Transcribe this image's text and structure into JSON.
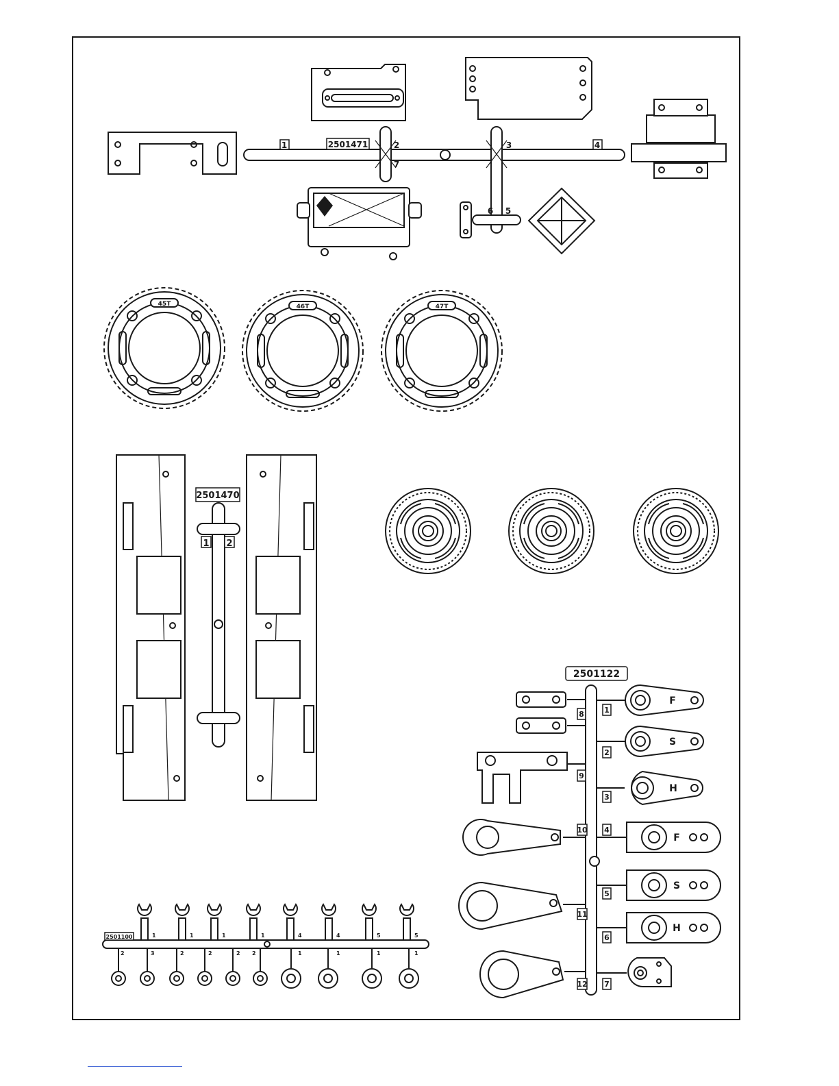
{
  "sprues": {
    "a": {
      "code": "2501471",
      "numbers": [
        "1",
        "2",
        "7",
        "3",
        "4",
        "6",
        "5"
      ]
    },
    "b": {
      "code": "2501470",
      "numbers": [
        "1",
        "2"
      ]
    },
    "c": {
      "code": "2501122",
      "numbers": [
        "1",
        "8",
        "2",
        "9",
        "3",
        "10",
        "4",
        "5",
        "11",
        "6",
        "12",
        "7"
      ],
      "horn_letters": [
        "F",
        "S",
        "H",
        "F",
        "S",
        "H"
      ]
    },
    "d": {
      "code": "2501100",
      "top_numbers": [
        "1",
        "1",
        "1",
        "1",
        "4",
        "4",
        "5",
        "5"
      ],
      "bottom_numbers": [
        "2",
        "3",
        "2",
        "2",
        "2",
        "2",
        "1",
        "1",
        "1",
        "1"
      ]
    }
  },
  "gears": [
    "45T",
    "46T",
    "47T"
  ],
  "colors": {
    "line": "#1a1a1a",
    "paper": "#ffffff",
    "link": "#4a6cd8"
  }
}
